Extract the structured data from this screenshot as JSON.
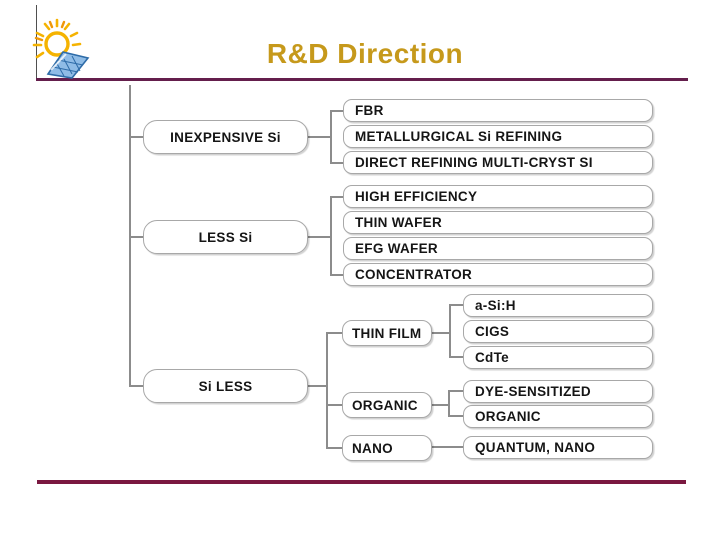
{
  "slide": {
    "title": "R&D Direction"
  },
  "logo": {
    "name": "sun-and-solar-panel-logo"
  },
  "colors": {
    "title_gold": "#C6991B",
    "header_rule_plum": "#641E4C",
    "footer_rule_maroon": "#7A1840",
    "connector_gray": "#8C8C8C",
    "box_border_gray": "#A8A8A8",
    "box_text": "#151515",
    "sun_yellow": "#F5B301",
    "panel_blue": "#8FBCE6"
  },
  "tree": {
    "branches": [
      {
        "label": "INEXPENSIVE Si",
        "children": [
          {
            "label": "FBR"
          },
          {
            "label": "METALLURGICAL Si REFINING"
          },
          {
            "label": "DIRECT REFINING MULTI-CRYST SI"
          }
        ]
      },
      {
        "label": "LESS Si",
        "children": [
          {
            "label": "HIGH EFFICIENCY"
          },
          {
            "label": "THIN WAFER"
          },
          {
            "label": "EFG WAFER"
          },
          {
            "label": "CONCENTRATOR"
          }
        ]
      },
      {
        "label": "Si LESS",
        "children": [
          {
            "label": "THIN FILM",
            "children": [
              {
                "label": "a-Si:H"
              },
              {
                "label": "CIGS"
              },
              {
                "label": "CdTe"
              }
            ]
          },
          {
            "label": "ORGANIC",
            "children": [
              {
                "label": "DYE-SENSITIZED"
              },
              {
                "label": "ORGANIC"
              }
            ]
          },
          {
            "label": "NANO",
            "children": [
              {
                "label": "QUANTUM, NANO"
              }
            ]
          }
        ]
      }
    ]
  }
}
